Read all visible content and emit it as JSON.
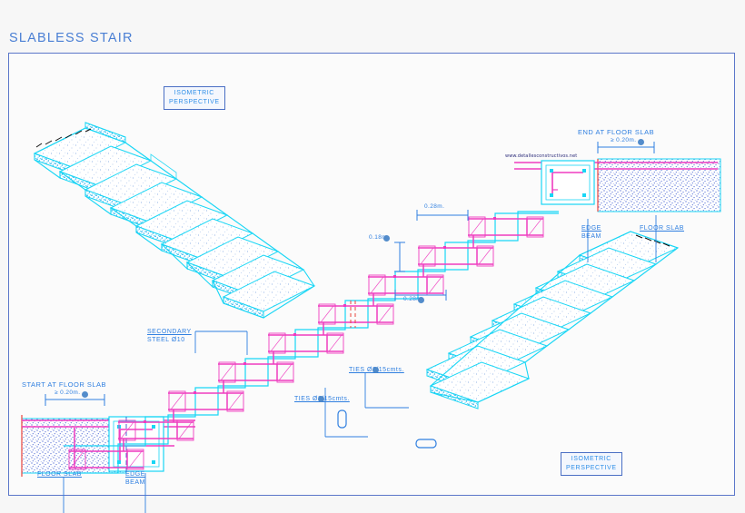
{
  "page": {
    "title": "SLABLESS STAIR",
    "title_color": "#4a7fd4",
    "background": "#f7f7f7",
    "frame_border_color": "#5b76c9"
  },
  "colors": {
    "concrete_outline": "#18d6f5",
    "rebar_magenta": "#ef3cc0",
    "label_blue": "#2f7fe0",
    "hatch_blue": "#2040c8",
    "hatch_red": "#e8443c",
    "stair_hatch": "#1aa8e8"
  },
  "labels": {
    "isometric_top": "ISOMETRIC\nPERSPECTIVE",
    "isometric_top_line1": "ISOMETRIC",
    "isometric_top_line2": "PERSPECTIVE",
    "isometric_bottom_line1": "ISOMETRIC",
    "isometric_bottom_line2": "PERSPECTIVE",
    "end_at_floor_slab": "END AT FLOOR SLAB",
    "start_at_floor_slab": "START AT FLOOR SLAB",
    "floor_slab_left": "FLOOR SLAB",
    "floor_slab_right": "FLOOR SLAB",
    "edge_beam_left_line1": "EDGE",
    "edge_beam_left_line2": "BEAM",
    "edge_beam_right_line1": "EDGE",
    "edge_beam_right_line2": "BEAM",
    "secondary_steel_line1": "SECONDARY",
    "secondary_steel_line2": "STEEL Ø10",
    "ties_upper": "TIES Ø8/15cmts.",
    "ties_lower": "TIES Ø8/15cmts.",
    "watermark": "www.detallesconstructivos.net"
  },
  "dimensions": {
    "end_slab_bearing": "≥ 0.20m.",
    "start_slab_bearing": "≥ 0.20m.",
    "tread_upper": "0.28m.",
    "riser_upper": "0.18m.",
    "tread_lower": "0.28m."
  }
}
